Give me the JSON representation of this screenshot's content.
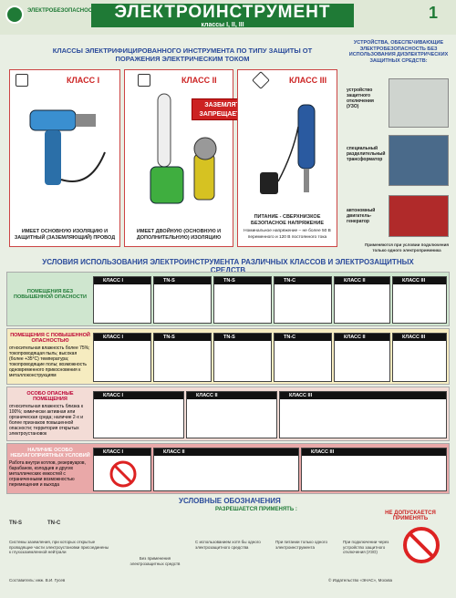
{
  "header": {
    "logo_text": "ЭЛЕКТРОБЕЗОПАСНОСТЬ",
    "title": "ЭЛЕКТРОИНСТРУМЕНТ",
    "subtitle": "классы I, II, III",
    "number": "1"
  },
  "classes": {
    "heading": "КЛАССЫ ЭЛЕКТРИФИЦИРОВАННОГО ИНСТРУМЕНТА ПО ТИПУ ЗАЩИТЫ ОТ ПОРАЖЕНИЯ ЭЛЕКТРИЧЕСКИМ ТОКОМ",
    "items": [
      {
        "label": "КЛАСС I",
        "desc": "ИМЕЕТ ОСНОВНУЮ ИЗОЛЯЦИЮ И ЗАЩИТНЫЙ (ЗАЗЕМЛЯЮЩИЙ) ПРОВОД"
      },
      {
        "label": "КЛАСС II",
        "desc": "ИМЕЕТ ДВОЙНУЮ (ОСНОВНУЮ И ДОПОЛНИТЕЛЬНУЮ) ИЗОЛЯЦИЮ"
      },
      {
        "label": "КЛАСС III",
        "desc": "ПИТАНИЕ - СВЕРХНИЗКОЕ БЕЗОПАСНОЕ НАПРЯЖЕНИЕ",
        "note": "Номинальное напряжение – не более 50 В переменного и 120 В постоянного тока"
      }
    ],
    "warning_line1": "ЗАЗЕМЛЯТЬ",
    "warning_line2": "ЗАПРЕЩАЕТСЯ"
  },
  "devices": {
    "heading": "УСТРОЙСТВА, ОБЕСПЕЧИВАЮЩИЕ ЭЛЕКТРОБЕЗОПАСНОСТЬ БЕЗ ИСПОЛЬЗОВАНИЯ ДИЭЛЕКТРИЧЕСКИХ ЗАЩИТНЫХ СРЕДСТВ:",
    "items": [
      "устройство защитного отключения (УЗО)",
      "специальный разделительный трансформатор",
      "автономный двигатель-генератор"
    ],
    "note": "Применяются при условии подключения только одного электроприемника"
  },
  "usage": {
    "heading": "УСЛОВИЯ ИСПОЛЬЗОВАНИЯ ЭЛЕКТРОИНСТРУМЕНТА РАЗЛИЧНЫХ КЛАССОВ И ЭЛЕКТРОЗАЩИТНЫХ СРЕДСТВ",
    "zones": [
      {
        "title": "ПОМЕЩЕНИЯ БЕЗ ПОВЫШЕННОЙ ОПАСНОСТИ",
        "text": "",
        "tags": [
          "КЛАСС I",
          "TN-S",
          "TN-S",
          "TN-C",
          "КЛАСС II",
          "КЛАСС III"
        ]
      },
      {
        "title": "ПОМЕЩЕНИЯ С ПОВЫШЕННОЙ ОПАСНОСТЬЮ",
        "text": "относительная влажность более 75%; токопроводящая пыль; высокая (более +35°С) температура; токопроводящие полы; возможность одновременного прикосновения к металлоконструкциям",
        "tags": [
          "КЛАСС I",
          "TN-S",
          "TN-S",
          "TN-C",
          "КЛАСС II",
          "КЛАСС III"
        ]
      },
      {
        "title": "ОСОБО ОПАСНЫЕ ПОМЕЩЕНИЯ",
        "text": "относительная влажность близка к 100%; химически активная или органическая среда; наличие 2-х и более признаков повышенной опасности; территория открытых электроустановок",
        "tags": [
          "КЛАСС I",
          "КЛАСС II",
          "КЛАСС III"
        ]
      },
      {
        "title": "НАЛИЧИЕ ОСОБО НЕБЛАГОПРИЯТНЫХ УСЛОВИЙ",
        "text": "Работа внутри котлов, резервуаров, барабанов, колодцев и других металлических емкостей с ограниченными возможностью перемещения и выхода",
        "tags": [
          "КЛАСС I",
          "КЛАСС II",
          "КЛАСС III"
        ]
      }
    ]
  },
  "legend": {
    "heading": "УСЛОВНЫЕ ОБОЗНАЧЕНИЯ",
    "allowed": "РАЗРЕШАЕТСЯ ПРИМЕНЯТЬ :",
    "forbidden": "НЕ ДОПУСКАЕТСЯ ПРИМЕНЯТЬ",
    "tns": "TN-S",
    "tnc": "TN-C",
    "sys_text": "Системы заземления, при которых открытые проводящие части электроустановки присоединены к глухозаземленной нейтрали",
    "items": [
      "Без применения электрозащитных средств",
      "С использованием хотя бы одного электрозащитного средства",
      "При питании только одного электроинструмента",
      "При подключении через устройство защитного отключения (УЗО)"
    ]
  },
  "footer": {
    "left": "Составитель: инж. В.И. Гусев",
    "right": "© Издательство «ЭНАС», Москва"
  }
}
